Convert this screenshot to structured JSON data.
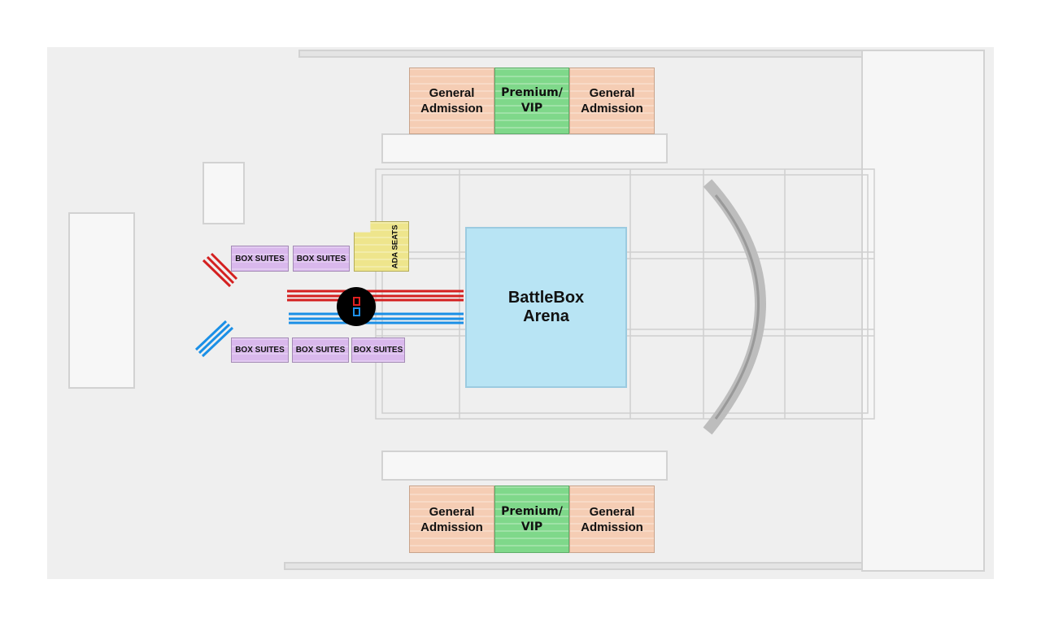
{
  "venue": {
    "name": "BattleBox\nArena"
  },
  "top_sections": [
    {
      "label": "General\nAdmission",
      "type": "general"
    },
    {
      "label": "Premium/\nVIP",
      "type": "vip"
    },
    {
      "label": "General\nAdmission",
      "type": "general"
    }
  ],
  "bottom_sections": [
    {
      "label": "General\nAdmission",
      "type": "general"
    },
    {
      "label": "Premium/\nVIP",
      "type": "vip"
    },
    {
      "label": "General\nAdmission",
      "type": "general"
    }
  ],
  "box_suites_top": [
    "BOX SUITES",
    "BOX SUITES"
  ],
  "box_suites_bottom": [
    "BOX SUITES",
    "BOX SUITES",
    "BOX SUITES"
  ],
  "ada": {
    "label": "ADA SEATS"
  },
  "logo": {
    "icon": "battlebox-logo-icon",
    "red": "#e02020",
    "blue": "#1e90e8"
  },
  "colors": {
    "general": "#f5cdb4",
    "vip": "#7fd88a",
    "box": "#d9b8ec",
    "ada": "#eee58c",
    "arena": "#b8e4f4"
  }
}
